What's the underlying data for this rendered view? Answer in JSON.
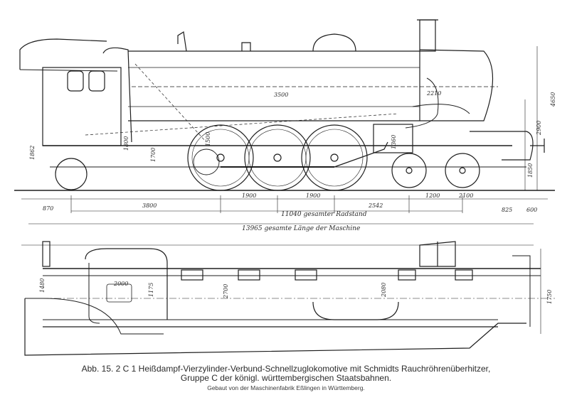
{
  "caption": {
    "line1": "Abb. 15. 2 C 1 Heißdampf-Vierzylinder-Verbund-Schnellzuglokomotive mit Schmidts Rauchröhrenüberhitzer,",
    "line2": "Gruppe C der königl. württembergischen Staatsbahnen.",
    "line3": "Gebaut von der Maschinenfabrik Eßlingen in Württemberg."
  },
  "side_view": {
    "dims_bottom": [
      "870",
      "3800",
      "1900",
      "1900",
      "2542",
      "1200",
      "2100",
      "825",
      "600"
    ],
    "dims_vertical": [
      "1862",
      "1700",
      "1800",
      "2900",
      "4650",
      "1850"
    ],
    "dims_boiler": [
      "3500",
      "2210",
      "1500",
      "1360"
    ],
    "wheelbase_label": "11040 gesamter Radstand",
    "length_label": "13965 gesamte Länge der Maschine"
  },
  "plan_view": {
    "dims": [
      "1480",
      "2000",
      "1175",
      "2700",
      "2080",
      "1750"
    ]
  },
  "colors": {
    "ink": "#1e1e1e",
    "paper": "#ffffff"
  }
}
